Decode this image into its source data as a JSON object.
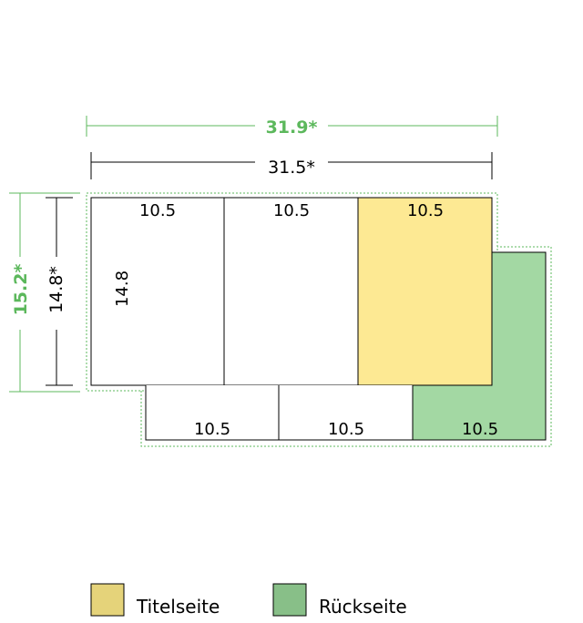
{
  "dimensions": {
    "outer_width": "31.9*",
    "inner_width": "31.5*",
    "outer_height": "15.2*",
    "inner_height": "14.8*"
  },
  "top_row": [
    {
      "width_label": "10.5",
      "height_label": "14.8",
      "role": "plain"
    },
    {
      "width_label": "10.5",
      "role": "plain"
    },
    {
      "width_label": "10.5",
      "role": "title"
    }
  ],
  "bottom_row": [
    {
      "width_label": "10.5",
      "role": "plain"
    },
    {
      "width_label": "10.5",
      "role": "plain"
    },
    {
      "width_label": "10.5",
      "role": "back"
    }
  ],
  "legend": [
    {
      "label": "Titelseite",
      "color": "#e5d37a"
    },
    {
      "label": "Rückseite",
      "color": "#88bf88"
    }
  ],
  "colors": {
    "title_panel": "#fde993",
    "back_panel": "#a3d8a3",
    "accent_green": "#5cb85c",
    "line": "#000000"
  }
}
